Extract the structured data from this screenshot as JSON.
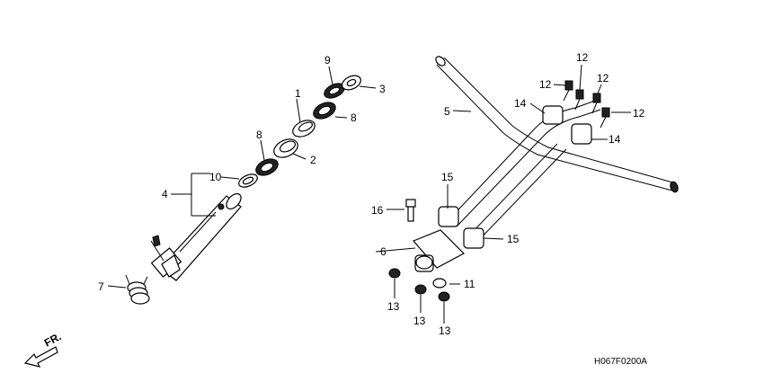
{
  "callouts": {
    "c1": "1",
    "c2": "2",
    "c3": "3",
    "c4": "4",
    "c5": "5",
    "c6": "6",
    "c7": "7",
    "c8a": "8",
    "c8b": "8",
    "c9": "9",
    "c10": "10",
    "c11": "11",
    "c12a": "12",
    "c12b": "12",
    "c12c": "12",
    "c12d": "12",
    "c13a": "13",
    "c13b": "13",
    "c13c": "13",
    "c14a": "14",
    "c14b": "14",
    "c15a": "15",
    "c15b": "15",
    "c16": "16"
  },
  "front_label": "FR.",
  "diagram_code": "H067F0200A"
}
